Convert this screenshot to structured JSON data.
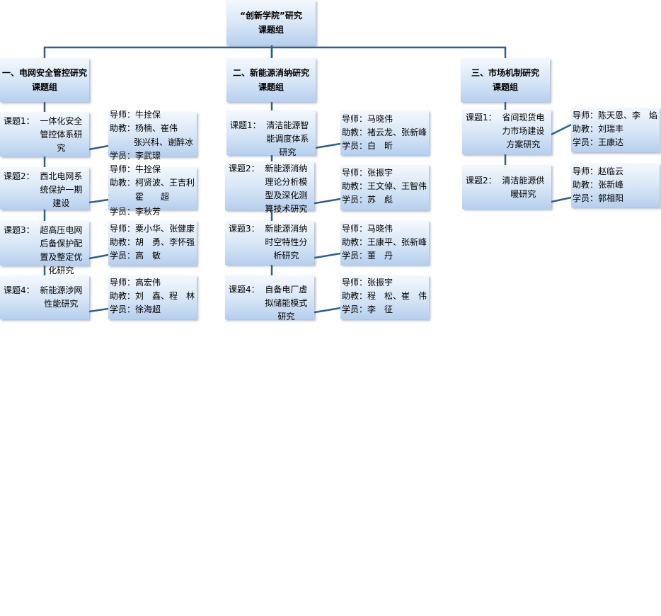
{
  "colors": {
    "line": "#2f5f8f",
    "box_top": "#f4f8fd",
    "box_bottom": "#b6cfee"
  },
  "root": {
    "line1": "“创新学院”研究",
    "line2": "课题组"
  },
  "groups": [
    {
      "title_line1": "一、电网安全管控研究",
      "title_line2": "课题组",
      "topics": [
        {
          "prefix": "课题1：",
          "title": "一体化安全管控体系研究",
          "mentor": "导师：牛拴保",
          "assistant": "助教：杨楠、崔伟",
          "assistant2": "张兴科、谢醉冰",
          "student": "学员：李武璟"
        },
        {
          "prefix": "课题2：",
          "title": "西北电网系统保护一期建设",
          "mentor": "导师：牛拴保",
          "assistant": "助教：柯贤波、王吉利",
          "assistant2": "霍　　超",
          "student": "学员：李秋芳"
        },
        {
          "prefix": "课题3：",
          "title": "超高压电网后备保护配置及整定优化研究",
          "mentor": "导师：粟小华、张健康",
          "assistant": "助教：胡　勇、李怀强",
          "assistant2": "",
          "student": "学员：高　敏"
        },
        {
          "prefix": "课题4：",
          "title": "新能源涉网性能研究",
          "mentor": "导师：高宏伟",
          "assistant": "助教：刘　鑫、程　林",
          "assistant2": "",
          "student": "学员：徐海超"
        }
      ]
    },
    {
      "title_line1": "二、新能源消纳研究",
      "title_line2": "课题组",
      "topics": [
        {
          "prefix": "课题1：",
          "title": "清洁能源智能调度体系研究",
          "mentor": "导师：马晓伟",
          "assistant": "助教：褚云龙、张新峰",
          "assistant2": "",
          "student": "学员：白　昕"
        },
        {
          "prefix": "课题2：",
          "title": "新能源消纳理论分析模型及深化测算技术研究",
          "mentor": "导师：张振宇",
          "assistant": "助教：王文倬、王智伟",
          "assistant2": "",
          "student": "学员：苏　彪"
        },
        {
          "prefix": "课题3：",
          "title": "新能源消纳时空特性分析研究",
          "mentor": "导师：马晓伟",
          "assistant": "助教：王康平、张新峰",
          "assistant2": "",
          "student": "学员：董　丹"
        },
        {
          "prefix": "课题4：",
          "title": "自备电厂虚拟储能模式研究",
          "mentor": "导师：张振宇",
          "assistant": "助教：程　松、崔　伟",
          "assistant2": "",
          "student": "学员：李　征"
        }
      ]
    },
    {
      "title_line1": "三、市场机制研究",
      "title_line2": "课题组",
      "topics": [
        {
          "prefix": "课题1：",
          "title": "省间现货电力市场建设方案研究",
          "mentor": "导师：陈天恩、李　焰",
          "assistant": "助教：刘瑞丰",
          "assistant2": "",
          "student": "学员：王康达"
        },
        {
          "prefix": "课题2：",
          "title": "清洁能源供暖研究",
          "mentor": "导师：赵临云",
          "assistant": "助教：张新峰",
          "assistant2": "",
          "student": "学员：郭相阳"
        }
      ]
    }
  ]
}
